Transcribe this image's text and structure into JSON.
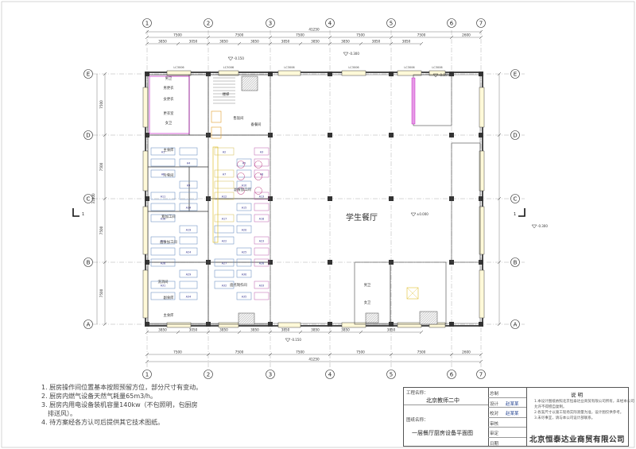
{
  "drawing": {
    "axis_cols": [
      "1",
      "2",
      "3",
      "4",
      "5",
      "6",
      "7"
    ],
    "axis_rows": [
      "E",
      "D",
      "C",
      "B",
      "A"
    ],
    "total_width": "41250",
    "top_dims": [
      "7500",
      "7500",
      "7500",
      "7500",
      "7500",
      "2600"
    ],
    "top_sub_dims": [
      "3850",
      "3050",
      "3850",
      "3850",
      "3850",
      "3850",
      "3850",
      "3850",
      "3850"
    ],
    "bottom_dims": [
      "7500",
      "7500",
      "7500",
      "7500",
      "7500",
      "2600"
    ],
    "bottom_sub_dims": [
      "3850",
      "3050",
      "3850",
      "3850",
      "3850",
      "3850",
      "3850",
      "3850"
    ],
    "left_dims": [
      "7500",
      "7500",
      "7500",
      "7500"
    ],
    "total_height": "31800",
    "elevation_labels": [
      "-0.150",
      "-0.300",
      "±0.000",
      "-0.050"
    ],
    "hall_label": "学生餐厅",
    "rooms": [
      "主食库",
      "副食库",
      "更衣室",
      "男更衣",
      "女更衣",
      "男卫",
      "女卫",
      "冷荤间",
      "粗加工间",
      "面食加工间",
      "副食加工间",
      "面点制作间",
      "洗消间",
      "主食库",
      "售饭间",
      "楼梯",
      "备餐间",
      "男卫",
      "女卫"
    ],
    "section_marks": [
      "1",
      "1"
    ],
    "window_tags": [
      "LC3006",
      "LC3006",
      "LC3006",
      "LC3006",
      "LC3006",
      "LC3006"
    ],
    "equipment_tags": [
      "A1",
      "A2",
      "A3",
      "A4",
      "A5",
      "A6",
      "A7",
      "A8",
      "A9",
      "A10",
      "A11",
      "A12",
      "A13",
      "A14",
      "A15",
      "A16",
      "A17",
      "A18",
      "A19",
      "A20",
      "A21",
      "A22",
      "A23",
      "A24",
      "A25",
      "A26",
      "A27",
      "A28",
      "A29",
      "A30",
      "A31",
      "A32",
      "A33",
      "A34",
      "A35",
      "A36",
      "A37",
      "A38",
      "A39",
      "A40",
      "A41",
      "A42",
      "A43",
      "A44",
      "A45",
      "A46",
      "A47",
      "A48",
      "A49",
      "A50"
    ]
  },
  "notes": {
    "line1": "1. 厨房操作间位置基本按照预留方位，部分尺寸有变动。",
    "line2": "2. 厨房内燃气设备天然气耗量65m3/h。",
    "line3a": "3. 厨房内用电设备装机容量140kw（不包照明，包厨房",
    "line3b": "排送风）。",
    "line4": "4. 待方案经各方认可后提供其它技术图纸。"
  },
  "title_block": {
    "project_label": "工程名称：",
    "project_name": "北京教师二中",
    "drawing_label": "图纸名称：",
    "drawing_name": "一层餐厅厨房设备平面图",
    "roles": [
      "总制",
      "设计",
      "校对",
      "审核",
      "审定",
      "日期"
    ],
    "signatures": [
      "",
      "赵某某",
      "赵某某",
      "",
      "",
      ""
    ],
    "remarks_title": "说  明",
    "remark_lines": [
      "1.本设计图纸依照北京恒泰达业商贸有限公司所有，未经本公司",
      "允许不得擅自复制。",
      "2.各案尺寸以施工现场实际测量为准，设计图仅供参考。",
      "3.未尽事宜，请与本公司设计部联系。"
    ],
    "company": "北京恒泰达业商贸有限公司"
  }
}
